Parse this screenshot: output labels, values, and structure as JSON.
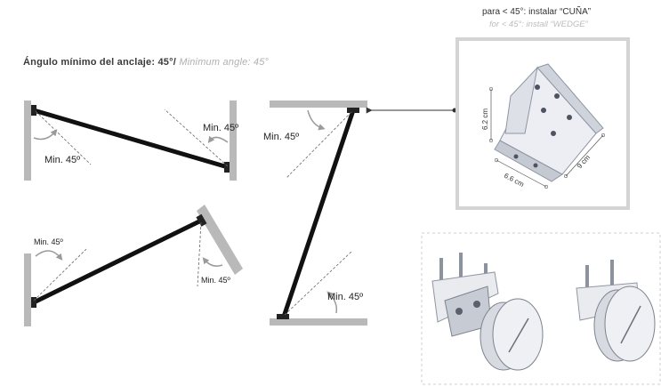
{
  "heading": {
    "es": "Ángulo mínimo del anclaje: 45°/",
    "en": " Minimum angle: 45°"
  },
  "wedge": {
    "es": "para < 45°: instalar “CUÑA”",
    "en": "for < 45°: install “WEDGE”",
    "dims": {
      "height": "6.2 cm",
      "width": "6.6 cm",
      "depth": "9 cm"
    }
  },
  "angle_labels": {
    "a1": "Min. 45º",
    "a2": "Min. 45º",
    "a3": "Min. 45º",
    "a4": "Min. 45º",
    "a5": "Min. 45º",
    "a6": "Min. 45º"
  },
  "colors": {
    "beam": "#111111",
    "wall": "#b9b9b9",
    "frame": "#d4d4d4",
    "guide": "#666666"
  }
}
